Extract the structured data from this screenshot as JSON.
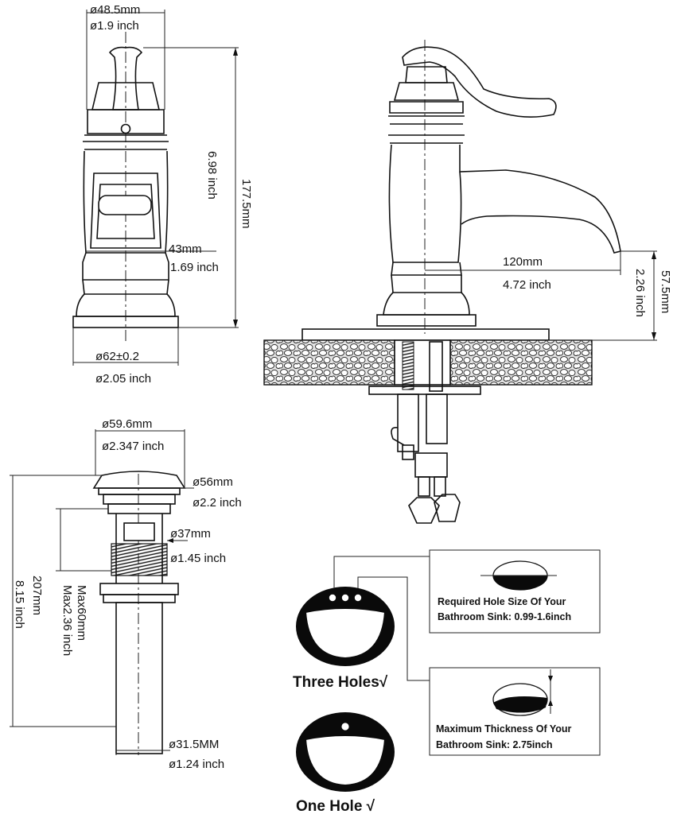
{
  "colors": {
    "ink": "#111111",
    "paper": "#ffffff",
    "stone": "#d8d8d8"
  },
  "faucet_front": {
    "top_diameter_mm": "ø48.5mm",
    "top_diameter_in": "ø1.9 inch",
    "height_mm": "177.5mm",
    "height_in": "6.98 inch",
    "neck_width_mm": "43mm",
    "neck_width_in": "1.69 inch",
    "base_diameter_mm": "ø62±0.2",
    "base_diameter_in": "ø2.05 inch"
  },
  "faucet_side": {
    "reach_mm": "120mm",
    "reach_in": "4.72 inch",
    "spout_height_mm": "57.5mm",
    "spout_height_in": "2.26 inch"
  },
  "drain": {
    "cap_outer_mm": "ø59.6mm",
    "cap_outer_in": "ø2.347 inch",
    "cap_inner_mm": "ø56mm",
    "cap_inner_in": "ø2.2 inch",
    "thread_mm": "ø37mm",
    "thread_in": "ø1.45 inch",
    "total_length_mm": "207mm",
    "total_length_in": "8.15 inch",
    "max_thickness_mm": "Max60mm",
    "max_thickness_in": "Max2.36 inch",
    "tail_mm": "ø31.5MM",
    "tail_in": "ø1.24 inch"
  },
  "sinks": {
    "three_holes": "Three Holes√",
    "one_hole": "One Hole √",
    "hole_size_line1": "Required Hole Size Of Your",
    "hole_size_line2": "Bathroom Sink: 0.99-1.6inch",
    "thickness_line1": "Maximum Thickness Of Your",
    "thickness_line2": "Bathroom Sink: 2.75inch"
  }
}
